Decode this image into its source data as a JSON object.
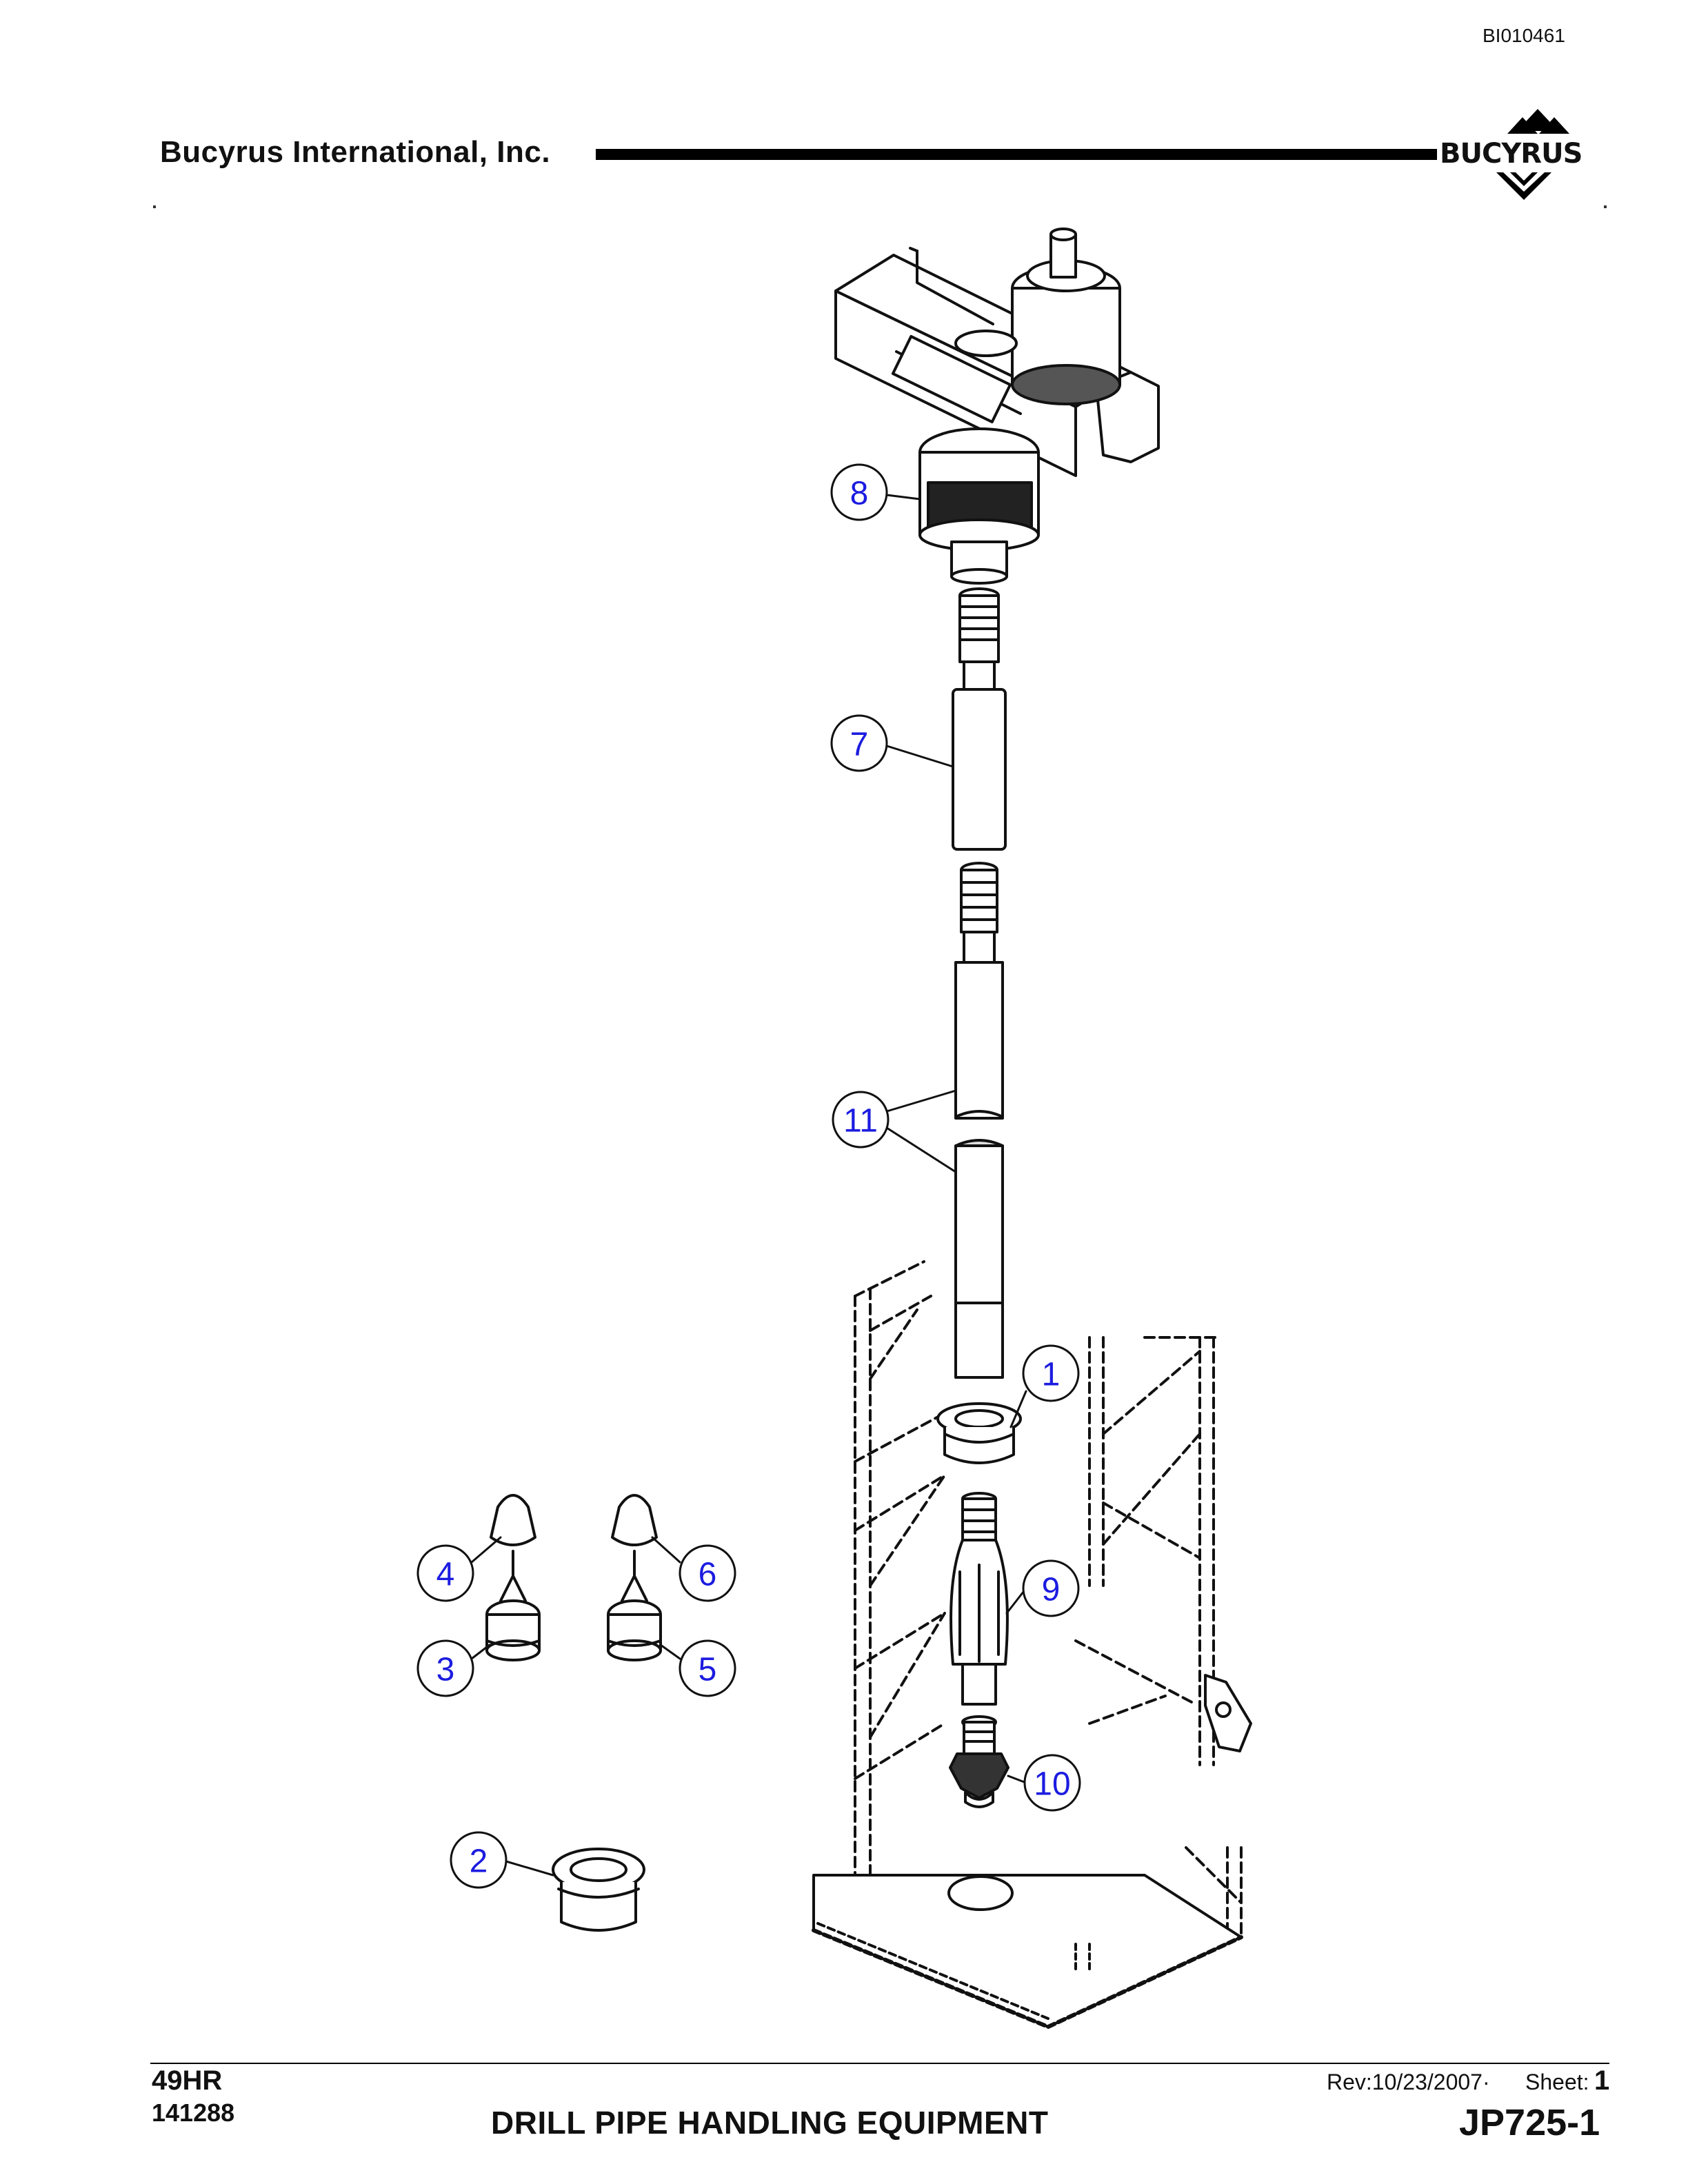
{
  "header": {
    "document_id": "BI010461",
    "company": "Bucyrus International, Inc.",
    "logo_text": "BUCYRUS"
  },
  "callouts": [
    "1",
    "2",
    "3",
    "4",
    "5",
    "6",
    "7",
    "8",
    "9",
    "10",
    "11"
  ],
  "footer": {
    "model": "49HR",
    "part_number": "141288",
    "title": "DRILL PIPE HANDLING EQUIPMENT",
    "revision": "Rev:10/23/2007·",
    "sheet_label": "Sheet:",
    "sheet_number": "1",
    "drawing_number": "JP725-1"
  },
  "colors": {
    "callout": "#1c1ce0",
    "ink": "#111111"
  }
}
